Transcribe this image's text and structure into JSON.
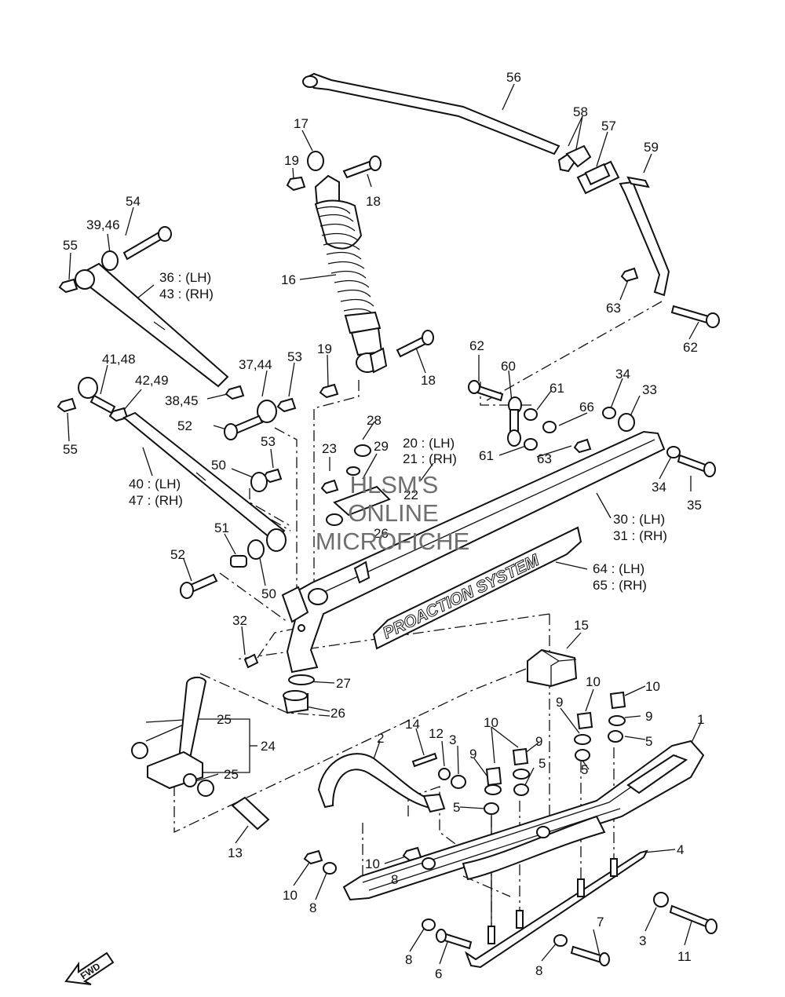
{
  "callouts": {
    "c56": "56",
    "c58": "58",
    "c57": "57",
    "c59": "59",
    "c17": "17",
    "c19a": "19",
    "c18a": "18",
    "c54": "54",
    "c3946": "39,46",
    "c55a": "55",
    "c36": "36 : (LH)",
    "c43": "43 : (RH)",
    "c16": "16",
    "c63a": "63",
    "c62b": "62",
    "c19b": "19",
    "c18b": "18",
    "c62a": "62",
    "c60": "60",
    "c61a": "61",
    "c66": "66",
    "c34a": "34",
    "c33": "33",
    "c4148": "41,48",
    "c4249": "42,49",
    "c3744": "37,44",
    "c53a": "53",
    "c3845": "38,45",
    "c55b": "55",
    "c52a": "52",
    "c28": "28",
    "c29": "29",
    "c20": "20 : (LH)",
    "c21": "21 : (RH)",
    "c23": "23",
    "c53b": "53",
    "c22": "22",
    "c61b": "61",
    "c63b": "63",
    "c34b": "34",
    "c35": "35",
    "c50a": "50",
    "c40": "40 : (LH)",
    "c47": "47 : (RH)",
    "c30": "30 : (LH)",
    "c31": "31 : (RH)",
    "c26a": "26",
    "c51": "51",
    "c52b": "52",
    "c64": "64 : (LH)",
    "c65": "65 : (RH)",
    "c50b": "50",
    "c32": "32",
    "c15": "15",
    "c27": "27",
    "c26b": "26",
    "c10a": "10",
    "c10b": "10",
    "c9a": "9",
    "c9b": "9",
    "c25a": "25",
    "c24": "24",
    "c1": "1",
    "c14": "14",
    "c10c": "10",
    "c2": "2",
    "c12": "12",
    "c3a": "3",
    "c9c": "9",
    "c5a": "5",
    "c9d": "9",
    "c5b": "5",
    "c5c": "5",
    "c5d": "5",
    "c25b": "25",
    "c13": "13",
    "c4": "4",
    "c10d": "10",
    "c8a": "8",
    "c10e": "10",
    "c8b": "8",
    "c3b": "3",
    "c11": "11",
    "c7": "7",
    "c8c": "8",
    "c6": "6",
    "c8d": "8"
  },
  "watermark": {
    "line1": "HLSM'S",
    "line2": "ONLINE",
    "line3": "MICROFICHE"
  },
  "decals": {
    "arm_decal": "PROACTION SYSTEM",
    "fwd_arrow": "FWD"
  }
}
